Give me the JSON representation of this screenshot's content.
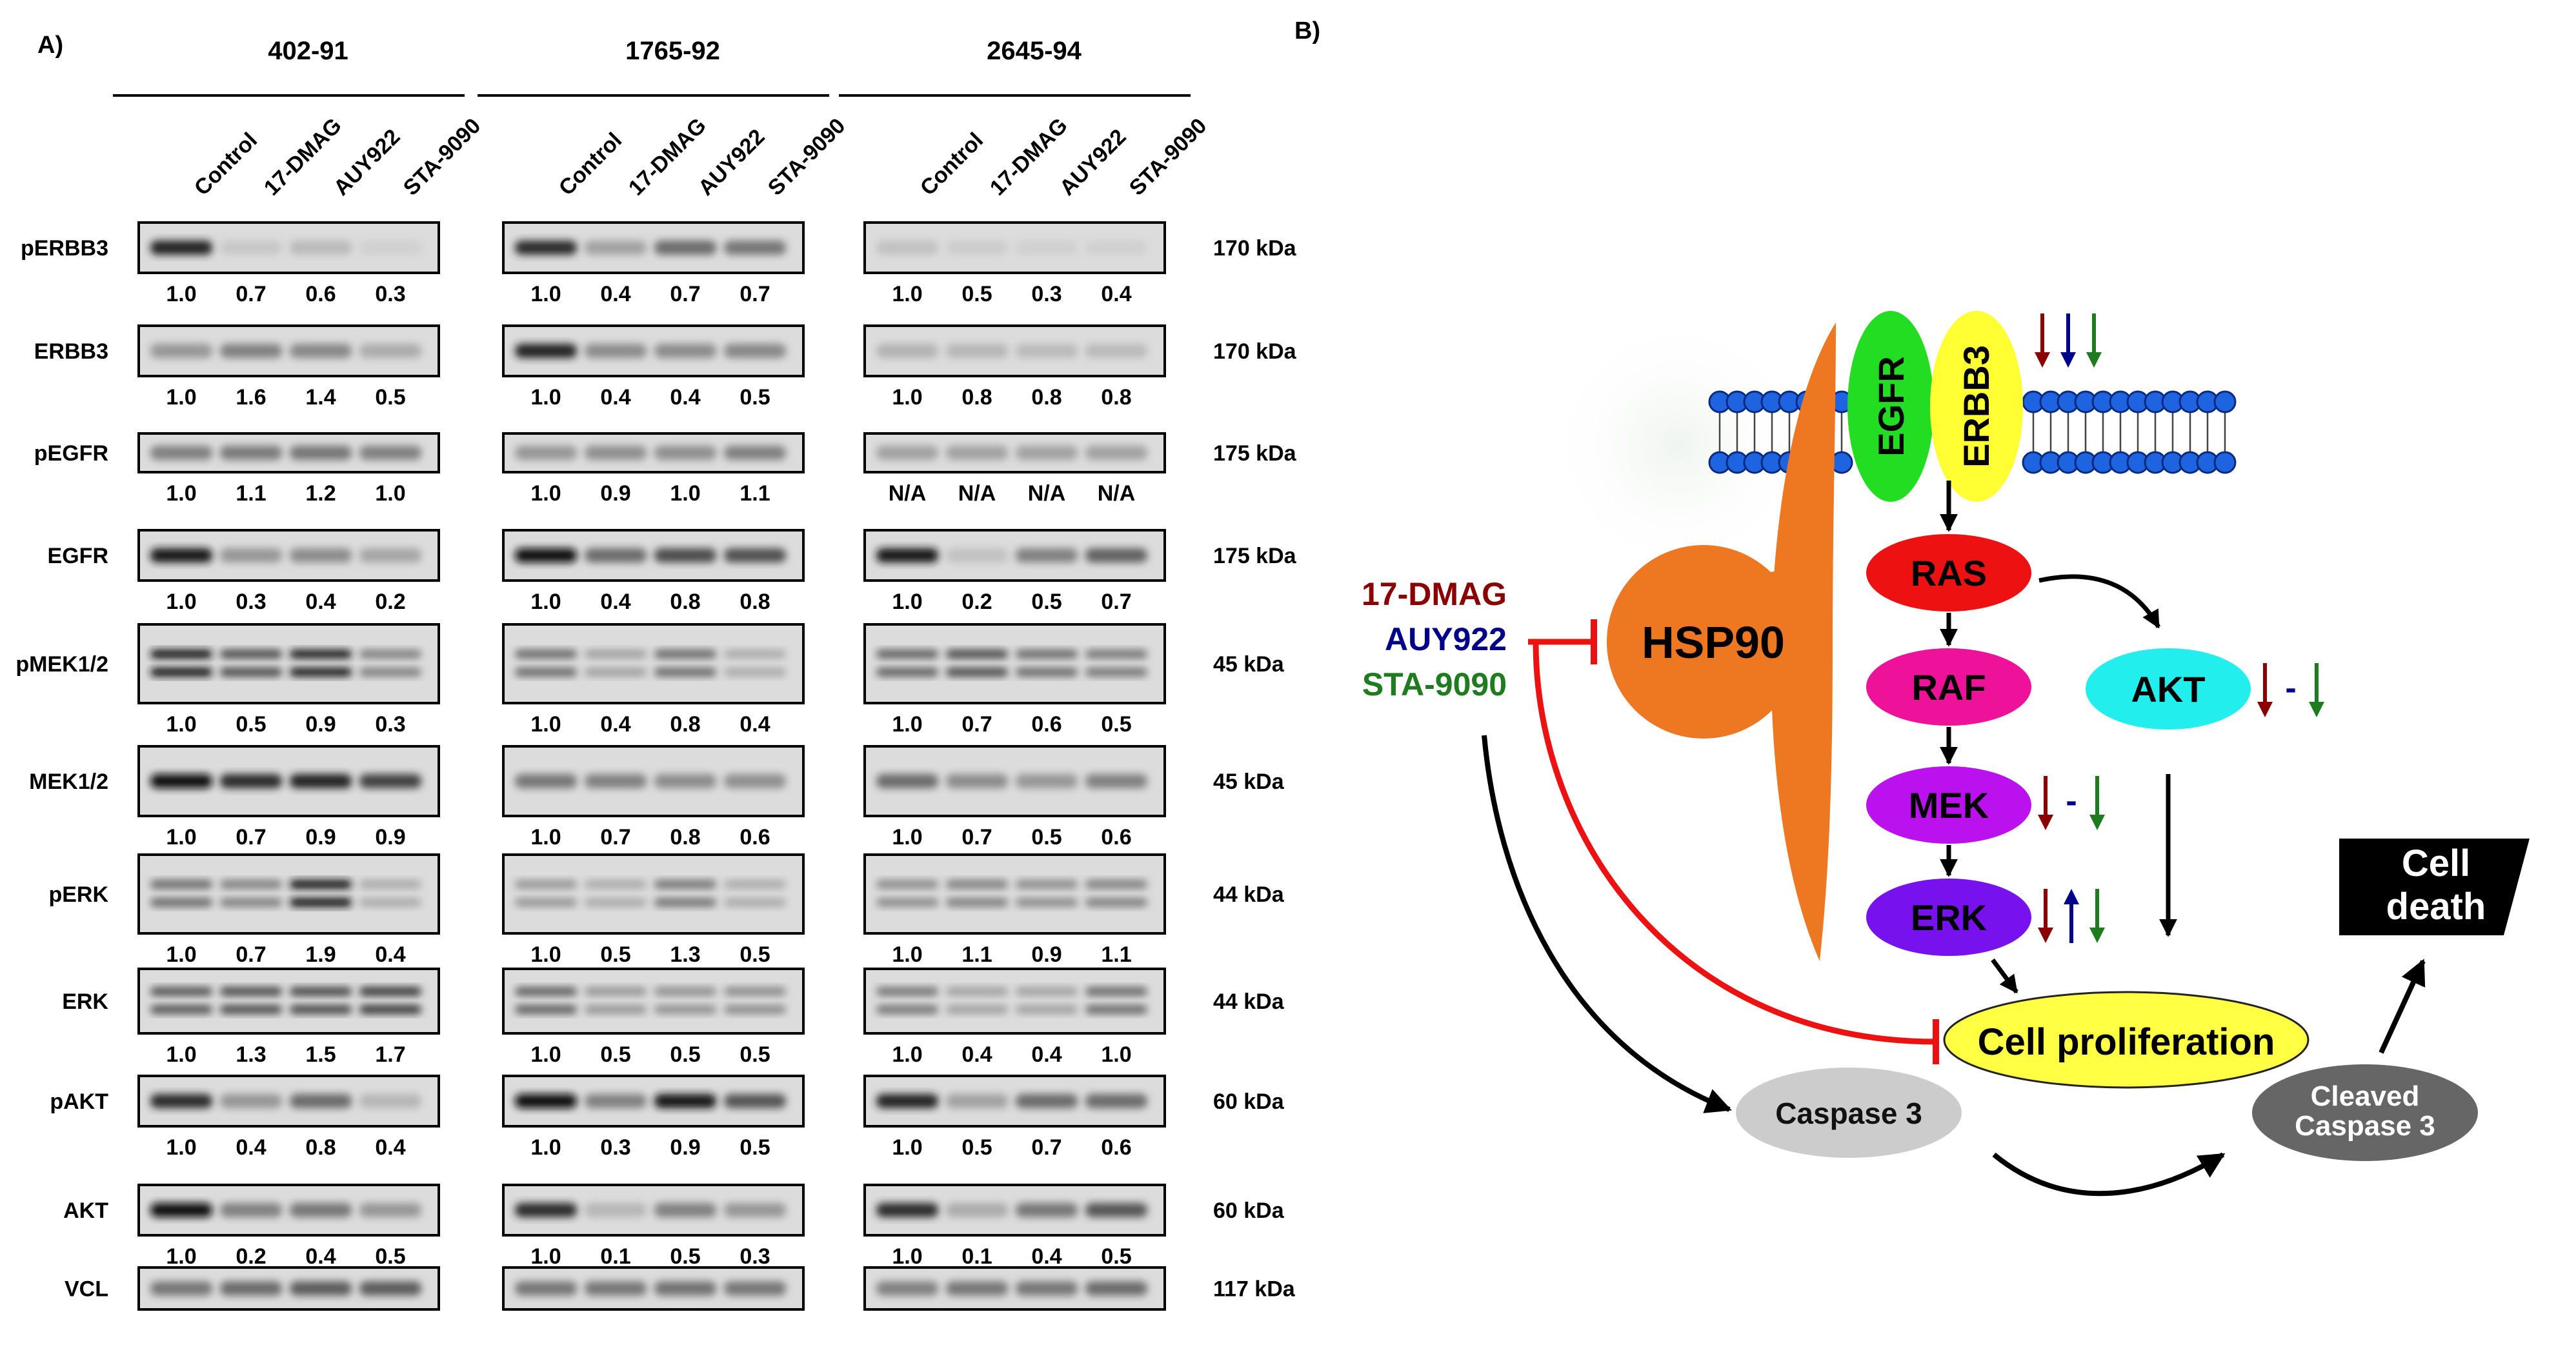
{
  "panel_a": {
    "label": "A)",
    "cell_lines": [
      "402-91",
      "1765-92",
      "2645-94"
    ],
    "treatments": [
      "Control",
      "17-DMAG",
      "AUY922",
      "STA-9090"
    ],
    "proteins": [
      {
        "name": "pERBB3",
        "kda": "170 kDa",
        "values": [
          [
            "1.0",
            "0.7",
            "0.6",
            "0.3"
          ],
          [
            "1.0",
            "0.4",
            "0.7",
            "0.7"
          ],
          [
            "1.0",
            "0.5",
            "0.3",
            "0.4"
          ]
        ],
        "intensity": [
          [
            0.9,
            0.12,
            0.18,
            0.08
          ],
          [
            0.85,
            0.3,
            0.55,
            0.5
          ],
          [
            0.15,
            0.1,
            0.08,
            0.08
          ]
        ],
        "doublet": false
      },
      {
        "name": "ERBB3",
        "kda": "170 kDa",
        "values": [
          [
            "1.0",
            "1.6",
            "1.4",
            "0.5"
          ],
          [
            "1.0",
            "0.4",
            "0.4",
            "0.5"
          ],
          [
            "1.0",
            "0.8",
            "0.8",
            "0.8"
          ]
        ],
        "intensity": [
          [
            0.35,
            0.45,
            0.42,
            0.25
          ],
          [
            0.88,
            0.4,
            0.4,
            0.42
          ],
          [
            0.22,
            0.2,
            0.18,
            0.18
          ]
        ],
        "doublet": false
      },
      {
        "name": "pEGFR",
        "kda": "175 kDa",
        "values": [
          [
            "1.0",
            "1.1",
            "1.2",
            "1.0"
          ],
          [
            "1.0",
            "0.9",
            "1.0",
            "1.1"
          ],
          [
            "N/A",
            "N/A",
            "N/A",
            "N/A"
          ]
        ],
        "intensity": [
          [
            0.45,
            0.48,
            0.5,
            0.45
          ],
          [
            0.35,
            0.38,
            0.38,
            0.45
          ],
          [
            0.3,
            0.3,
            0.3,
            0.3
          ]
        ],
        "doublet": false
      },
      {
        "name": "EGFR",
        "kda": "175 kDa",
        "values": [
          [
            "1.0",
            "0.3",
            "0.4",
            "0.2"
          ],
          [
            "1.0",
            "0.4",
            "0.8",
            "0.8"
          ],
          [
            "1.0",
            "0.2",
            "0.5",
            "0.7"
          ]
        ],
        "intensity": [
          [
            0.95,
            0.35,
            0.4,
            0.28
          ],
          [
            1.0,
            0.55,
            0.7,
            0.68
          ],
          [
            0.95,
            0.15,
            0.45,
            0.6
          ]
        ],
        "doublet": false
      },
      {
        "name": "pMEK1/2",
        "kda": "45 kDa",
        "values": [
          [
            "1.0",
            "0.5",
            "0.9",
            "0.3"
          ],
          [
            "1.0",
            "0.4",
            "0.8",
            "0.4"
          ],
          [
            "1.0",
            "0.7",
            "0.6",
            "0.5"
          ]
        ],
        "intensity": [
          [
            0.95,
            0.7,
            0.92,
            0.45
          ],
          [
            0.55,
            0.3,
            0.55,
            0.25
          ],
          [
            0.6,
            0.7,
            0.55,
            0.5
          ]
        ],
        "doublet": true
      },
      {
        "name": "MEK1/2",
        "kda": "45 kDa",
        "values": [
          [
            "1.0",
            "0.7",
            "0.9",
            "0.9"
          ],
          [
            "1.0",
            "0.7",
            "0.8",
            "0.6"
          ],
          [
            "1.0",
            "0.7",
            "0.5",
            "0.6"
          ]
        ],
        "intensity": [
          [
            1.0,
            0.85,
            0.88,
            0.75
          ],
          [
            0.5,
            0.45,
            0.4,
            0.38
          ],
          [
            0.55,
            0.4,
            0.35,
            0.45
          ]
        ],
        "doublet": false
      },
      {
        "name": "pERK",
        "kda": "44 kDa",
        "values": [
          [
            "1.0",
            "0.7",
            "1.9",
            "0.4"
          ],
          [
            "1.0",
            "0.5",
            "1.3",
            "0.5"
          ],
          [
            "1.0",
            "1.1",
            "0.9",
            "1.1"
          ]
        ],
        "intensity": [
          [
            0.55,
            0.45,
            0.95,
            0.25
          ],
          [
            0.35,
            0.25,
            0.5,
            0.25
          ],
          [
            0.4,
            0.45,
            0.4,
            0.45
          ]
        ],
        "doublet": true
      },
      {
        "name": "ERK",
        "kda": "44 kDa",
        "values": [
          [
            "1.0",
            "1.3",
            "1.5",
            "1.7"
          ],
          [
            "1.0",
            "0.5",
            "0.5",
            "0.5"
          ],
          [
            "1.0",
            "0.4",
            "0.4",
            "1.0"
          ]
        ],
        "intensity": [
          [
            0.65,
            0.7,
            0.72,
            0.78
          ],
          [
            0.6,
            0.35,
            0.38,
            0.4
          ],
          [
            0.5,
            0.3,
            0.3,
            0.55
          ]
        ],
        "doublet": true
      },
      {
        "name": "pAKT",
        "kda": "60 kDa",
        "values": [
          [
            "1.0",
            "0.4",
            "0.8",
            "0.4"
          ],
          [
            "1.0",
            "0.3",
            "0.9",
            "0.5"
          ],
          [
            "1.0",
            "0.5",
            "0.7",
            "0.6"
          ]
        ],
        "intensity": [
          [
            0.85,
            0.35,
            0.55,
            0.2
          ],
          [
            1.0,
            0.45,
            0.95,
            0.65
          ],
          [
            0.9,
            0.3,
            0.55,
            0.55
          ]
        ],
        "doublet": false
      },
      {
        "name": "AKT",
        "kda": "60 kDa",
        "values": [
          [
            "1.0",
            "0.2",
            "0.4",
            "0.5"
          ],
          [
            "1.0",
            "0.1",
            "0.5",
            "0.3"
          ],
          [
            "1.0",
            "0.1",
            "0.4",
            "0.5"
          ]
        ],
        "intensity": [
          [
            1.0,
            0.45,
            0.5,
            0.35
          ],
          [
            0.85,
            0.2,
            0.45,
            0.35
          ],
          [
            0.85,
            0.25,
            0.5,
            0.65
          ]
        ],
        "doublet": false
      },
      {
        "name": "VCL",
        "kda": "117 kDa",
        "values": null,
        "intensity": [
          [
            0.5,
            0.55,
            0.62,
            0.62
          ],
          [
            0.5,
            0.5,
            0.52,
            0.5
          ],
          [
            0.45,
            0.5,
            0.5,
            0.55
          ]
        ],
        "doublet": false
      }
    ]
  },
  "panel_b": {
    "label": "B)",
    "drugs": [
      {
        "name": "17-DMAG",
        "color": "#8B0000"
      },
      {
        "name": "AUY922",
        "color": "#00008B"
      },
      {
        "name": "STA-9090",
        "color": "#1E7B1E"
      }
    ],
    "nodes": {
      "hsp90": "HSP90",
      "egfr": "EGFR",
      "erbb3": "ERBB3",
      "ras": "RAS",
      "raf": "RAF",
      "mek": "MEK",
      "erk": "ERK",
      "akt": "AKT",
      "proliferation": "Cell proliferation",
      "caspase3": "Caspase 3",
      "cleaved_caspase3": [
        "Cleaved",
        "Caspase 3"
      ],
      "cell_death": [
        "Cell",
        "death"
      ]
    },
    "dash_symbol": "-",
    "colors": {
      "egfr": "#22DD22",
      "erbb3": "#FFFF33",
      "ras": "#EE1111",
      "raf": "#EE1199",
      "mek": "#BB11EE",
      "erk": "#7711EE",
      "akt": "#22EEEE",
      "hsp90": "#EE7722",
      "proliferation": "#FFFF44",
      "caspase3": "#CCCCCC",
      "cleaved_caspase3": "#666666",
      "inhibit": "#EE1111",
      "membrane": "#1E63E0"
    }
  }
}
